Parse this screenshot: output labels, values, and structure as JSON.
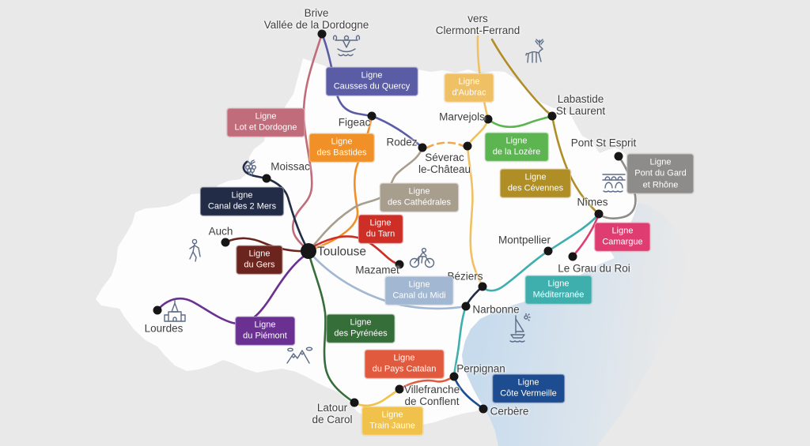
{
  "map": {
    "background_color": "#e9e9e9",
    "region_fill": "#fdfdfd",
    "sea_gradient": [
      "#c5daed",
      "#cfe0ef",
      "#e9e9e9"
    ],
    "dashed_connector_color": "#efa94f",
    "icon_stroke": "#5c6b87",
    "dot_color": "#161616"
  },
  "direction_label": "vers\nClermont-Ferrand",
  "cities": [
    {
      "name": "Brive\nVallée de la Dordogne"
    },
    {
      "name": "Figeac"
    },
    {
      "name": "Rodez"
    },
    {
      "name": "Séverac\nle-Château"
    },
    {
      "name": "Marvejols"
    },
    {
      "name": "Labastide\nSt Laurent"
    },
    {
      "name": "Pont St Esprit"
    },
    {
      "name": "Nîmes"
    },
    {
      "name": "Montpellier"
    },
    {
      "name": "Le Grau du Roi"
    },
    {
      "name": "Béziers"
    },
    {
      "name": "Narbonne"
    },
    {
      "name": "Perpignan"
    },
    {
      "name": "Cerbère"
    },
    {
      "name": "Villefranche\nde Conflent"
    },
    {
      "name": "Latour\nde Carol"
    },
    {
      "name": "Lourdes"
    },
    {
      "name": "Auch"
    },
    {
      "name": "Toulouse"
    },
    {
      "name": "Mazamet"
    },
    {
      "name": "Moissac"
    }
  ],
  "lines": [
    {
      "id": "causses-du-quercy",
      "label": "Ligne\nCausses du Quercy",
      "color": "#5b5ca6"
    },
    {
      "id": "lot-et-dordogne",
      "label": "Ligne\nLot et Dordogne",
      "color": "#c06c7b"
    },
    {
      "id": "aubrac",
      "label": "Ligne\nd'Aubrac",
      "color": "#f0c064"
    },
    {
      "id": "lozere",
      "label": "Ligne\nde la Lozère",
      "color": "#5cb551"
    },
    {
      "id": "cevennes",
      "label": "Ligne\ndes Cévennes",
      "color": "#b08e26"
    },
    {
      "id": "pont-du-gard",
      "label": "Ligne\nPont du Gard\net Rhône",
      "color": "#8e8c8a"
    },
    {
      "id": "camargue",
      "label": "Ligne\nCamargue",
      "color": "#df3d71"
    },
    {
      "id": "mediterranee",
      "label": "Ligne\nMéditerranée",
      "color": "#3fafae"
    },
    {
      "id": "bastides",
      "label": "Ligne\ndes Bastides",
      "color": "#f19027"
    },
    {
      "id": "cathedrales",
      "label": "Ligne\ndes Cathédrales",
      "color": "#a89e8e"
    },
    {
      "id": "tarn",
      "label": "Ligne\ndu Tarn",
      "color": "#cd2e26"
    },
    {
      "id": "canal-du-midi",
      "label": "Ligne\nCanal du Midi",
      "color": "#a2b7d1"
    },
    {
      "id": "canal-des-2-mers",
      "label": "Ligne\nCanal des 2 Mers",
      "color": "#232c47"
    },
    {
      "id": "gers",
      "label": "Ligne\ndu Gers",
      "color": "#6b241e"
    },
    {
      "id": "piemont",
      "label": "Ligne\ndu Piémont",
      "color": "#6a3092"
    },
    {
      "id": "pyrenees",
      "label": "Ligne\ndes Pyrénées",
      "color": "#366e3a"
    },
    {
      "id": "pays-catalan",
      "label": "Ligne\ndu Pays Catalan",
      "color": "#e25a3e"
    },
    {
      "id": "train-jaune",
      "label": "Ligne\nTrain Jaune",
      "color": "#f0c24b"
    },
    {
      "id": "cote-vermeille",
      "label": "Ligne\nCôte Vermeille",
      "color": "#1d4d90"
    }
  ],
  "icons": [
    "kayak-icon",
    "deer-icon",
    "grapes-icon",
    "aqueduct-icon",
    "hiker-icon",
    "cyclist-icon",
    "church-icon",
    "mountains-icon",
    "sailboat-icon"
  ]
}
